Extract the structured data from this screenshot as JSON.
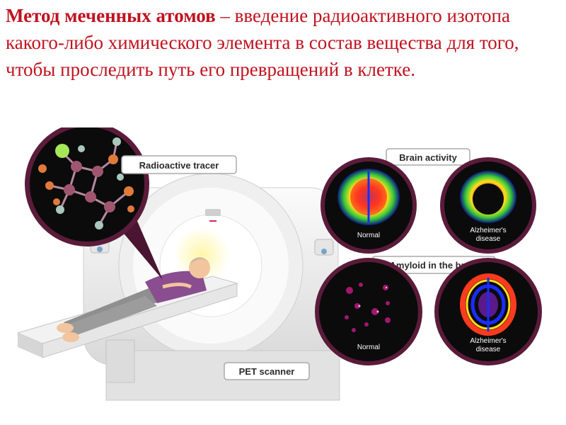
{
  "slide": {
    "definition": {
      "term": "Метод меченных атомов",
      "body": " – введение радиоактивного изотопа какого-либо химического элемента в состав вещества для того, чтобы проследить путь его превращений в клетке."
    }
  },
  "illustration": {
    "callouts": {
      "radioactive_tracer": "Radioactive tracer",
      "brain_activity": "Brain activity",
      "amyloid": "Amyloid in the brain",
      "pet_scanner": "PET scanner"
    },
    "scans": {
      "activity_normal": "Normal",
      "activity_alzheimers": [
        "Alzheimer's",
        "disease"
      ],
      "amyloid_normal": "Normal",
      "amyloid_alzheimers": [
        "Alzheimer's",
        "disease"
      ]
    },
    "colors": {
      "heading_red": "#c0121f",
      "circle_rim": "#5b1b3a",
      "scan_bg": "#0b0b0b"
    }
  }
}
